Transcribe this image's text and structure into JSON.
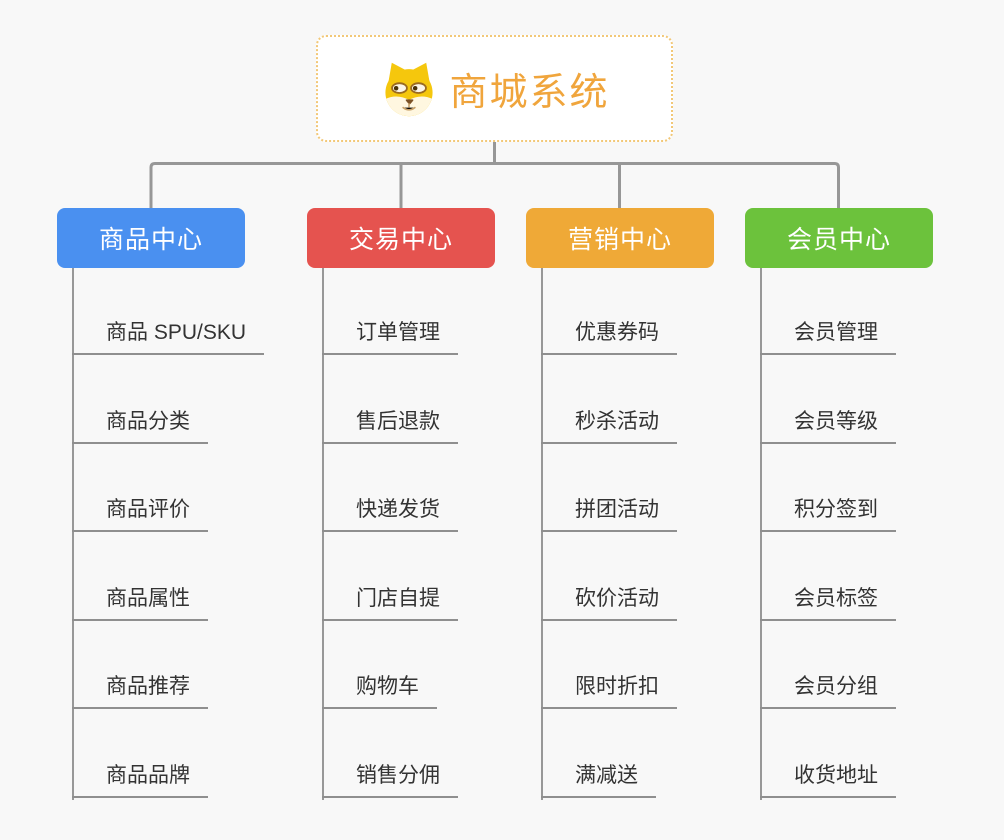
{
  "root": {
    "label": "商城系统",
    "accent_color": "#f0a53c",
    "border_color": "#f2c878",
    "icon": "shiba-dog-icon"
  },
  "connector_color": "#979797",
  "child_line_color": "#8f8f8f",
  "child_text_color": "#333333",
  "background_color": "#f8f8f8",
  "branches": [
    {
      "label": "商品中心",
      "color": "#4a90f0",
      "children": [
        "商品 SPU/SKU",
        "商品分类",
        "商品评价",
        "商品属性",
        "商品推荐",
        "商品品牌"
      ]
    },
    {
      "label": "交易中心",
      "color": "#e5534f",
      "children": [
        "订单管理",
        "售后退款",
        "快递发货",
        "门店自提",
        "购物车",
        "销售分佣"
      ]
    },
    {
      "label": "营销中心",
      "color": "#efa937",
      "children": [
        "优惠券码",
        "秒杀活动",
        "拼团活动",
        "砍价活动",
        "限时折扣",
        "满减送"
      ]
    },
    {
      "label": "会员中心",
      "color": "#6cc23c",
      "children": [
        "会员管理",
        "会员等级",
        "积分签到",
        "会员标签",
        "会员分组",
        "收货地址"
      ]
    }
  ]
}
